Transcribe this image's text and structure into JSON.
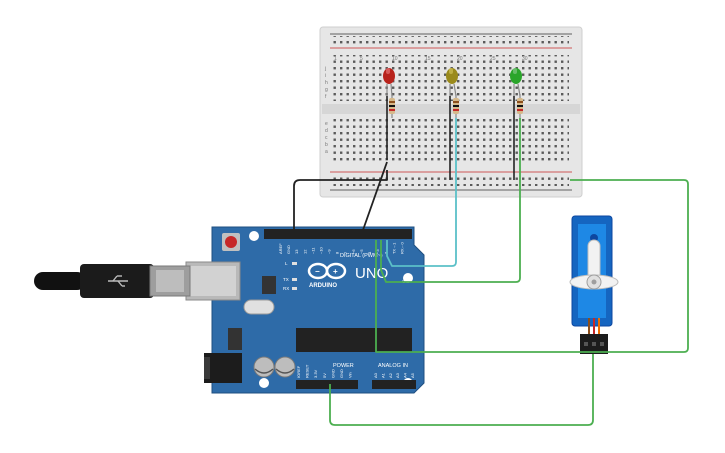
{
  "arduino": {
    "brand_text": "UNO",
    "logo_text": "ARDUINO",
    "digital_header_label": "DIGITAL (PWM~)",
    "power_header_label": "POWER",
    "analog_header_label": "ANALOG IN",
    "on_label": "ON",
    "led_labels": {
      "l": "L",
      "tx": "TX",
      "rx": "RX"
    },
    "digital_pins": [
      "AREF",
      "GND",
      "13",
      "12",
      "~11",
      "~10",
      "~9",
      "8",
      "7",
      "~6",
      "~5",
      "4",
      "~3",
      "2",
      "TX→1",
      "RX←0"
    ],
    "power_pins": [
      "IOREF",
      "RESET",
      "3.3V",
      "5V",
      "GND",
      "GND",
      "Vin"
    ],
    "analog_pins": [
      "A0",
      "A1",
      "A2",
      "A3",
      "A4",
      "A5"
    ]
  },
  "breadboard": {
    "column_numbers": [
      "1",
      "5",
      "10",
      "15",
      "20",
      "25",
      "30"
    ],
    "row_letters_top": [
      "j",
      "i",
      "h",
      "g",
      "f"
    ],
    "row_letters_bottom": [
      "e",
      "d",
      "c",
      "b",
      "a"
    ]
  },
  "leds": [
    {
      "name": "red-led",
      "color": "#b8231c"
    },
    {
      "name": "yellow-led",
      "color": "#9a8a1c"
    },
    {
      "name": "green-led",
      "color": "#2aa52a"
    }
  ],
  "wire_colors": {
    "black": "#222222",
    "cyan": "#5bc0c8",
    "green": "#4caf50"
  }
}
